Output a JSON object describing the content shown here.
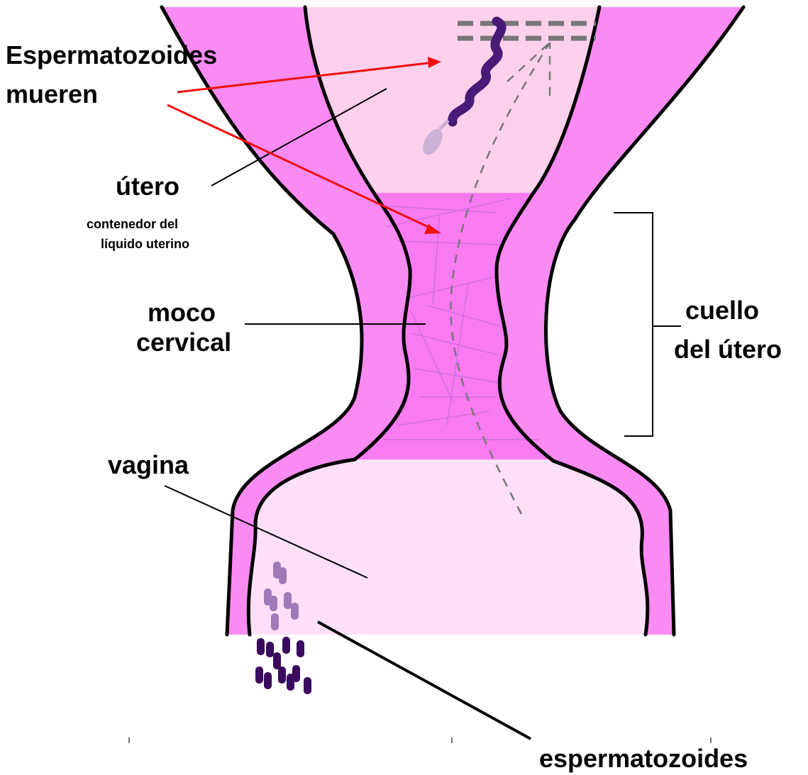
{
  "labels": {
    "sperm_die_line1": "Espermatozoides",
    "sperm_die_line2": "mueren",
    "uterus": "útero",
    "uterus_note_line1": "contenedor del",
    "uterus_note_line2": "líquido uterino",
    "mucus_line1": "moco",
    "mucus_line2": "cervical",
    "cervix_line1": "cuello",
    "cervix_line2": "del útero",
    "vagina": "vagina",
    "sperm": "espermatozoides"
  },
  "colors": {
    "wall": "#f98bf2",
    "uterus_cavity": "#fdd0ec",
    "cervical_canal": "#f97bf2",
    "vagina_cavity": "#fde0f8",
    "mucus_strands": "#c86be0",
    "arrow": "#ee1111",
    "sperm_dark": "#3a0a5e",
    "sperm_light": "#a07ab8",
    "sperm_dying": "#4a1a78",
    "path_dash": "#777777"
  }
}
